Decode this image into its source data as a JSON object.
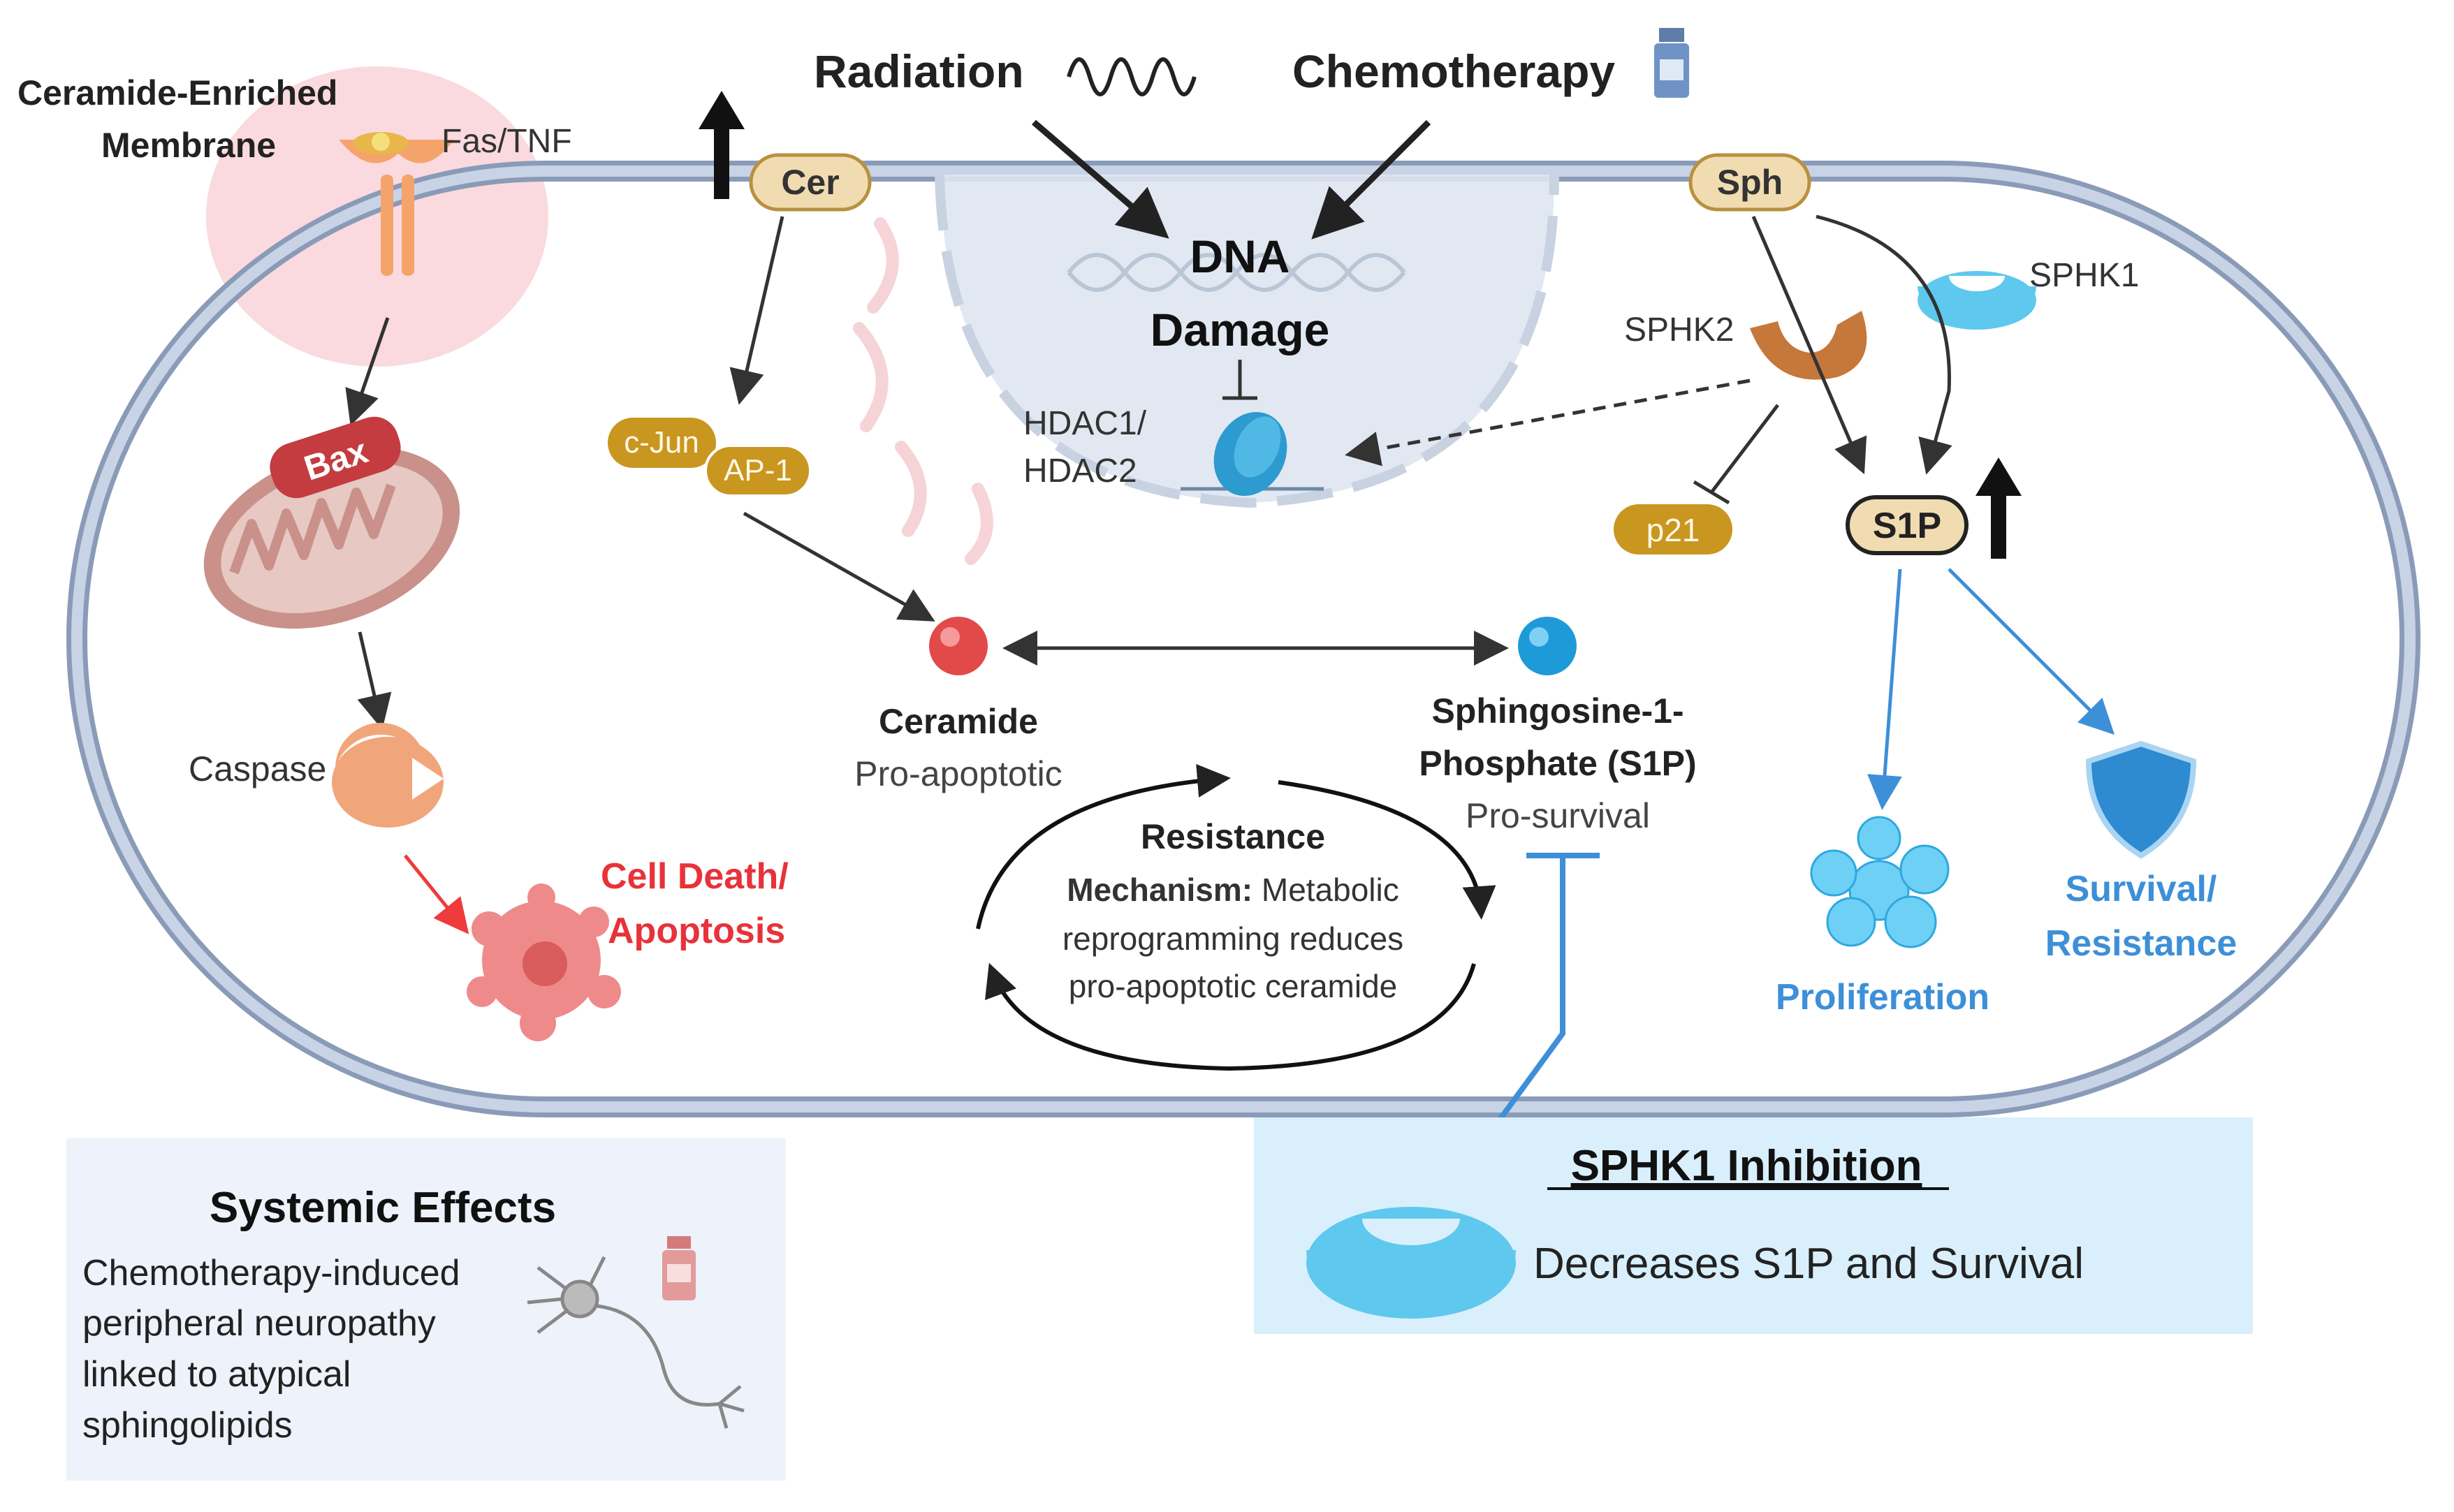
{
  "top": {
    "radiation": "Radiation",
    "chemotherapy": "Chemotherapy"
  },
  "membrane": {
    "ceramide_enriched_line1": "Ceramide-Enriched",
    "ceramide_enriched_line2": "Membrane",
    "fas_tnf": "Fas/TNF"
  },
  "nodes": {
    "cer": "Cer",
    "sph": "Sph",
    "cjun": "c-Jun",
    "ap1": "AP-1",
    "bax": "Bax",
    "caspase": "Caspase",
    "p21": "p21",
    "s1p": "S1P",
    "sphk1": "SPHK1",
    "sphk2": "SPHK2"
  },
  "nucleus": {
    "dna_line1": "DNA",
    "dna_line2": "Damage",
    "hdac_line1": "HDAC1/",
    "hdac_line2": "HDAC2"
  },
  "center": {
    "ceramide_title": "Ceramide",
    "ceramide_sub": "Pro-apoptotic",
    "s1p_line1": "Sphingosine-1-",
    "s1p_line2": "Phosphate (S1P)",
    "s1p_sub": "Pro-survival",
    "resistance_line1": "Resistance",
    "resistance_line2_bold": "Mechanism:",
    "resistance_line2_rest": " Metabolic",
    "resistance_line3": "reprogramming reduces",
    "resistance_line4": "pro-apoptotic ceramide"
  },
  "outcomes": {
    "death_line1": "Cell Death/",
    "death_line2": "Apoptosis",
    "proliferation": "Proliferation",
    "survival_line1": "Survival/",
    "survival_line2": "Resistance"
  },
  "systemic": {
    "title": "Systemic Effects",
    "line1": "Chemotherapy-induced",
    "line2": "peripheral neuropathy",
    "line3": "linked to atypical",
    "line4": "sphingolipids"
  },
  "inhibition": {
    "title": "SPHK1 Inhibition",
    "text": "Decreases S1P and Survival"
  },
  "colors": {
    "membrane": "#8a9bb8",
    "membrane_fill": "#c9d3e6",
    "gold": "#c9961f",
    "cream": "#f1dcb2",
    "red_text": "#e8323a",
    "blue_text": "#3d8fd8",
    "sphk1": "#5fc8ee",
    "sphk2": "#c6773a",
    "inhibition_bg": "#d9effb",
    "systemic_bg": "#eef2fa"
  }
}
